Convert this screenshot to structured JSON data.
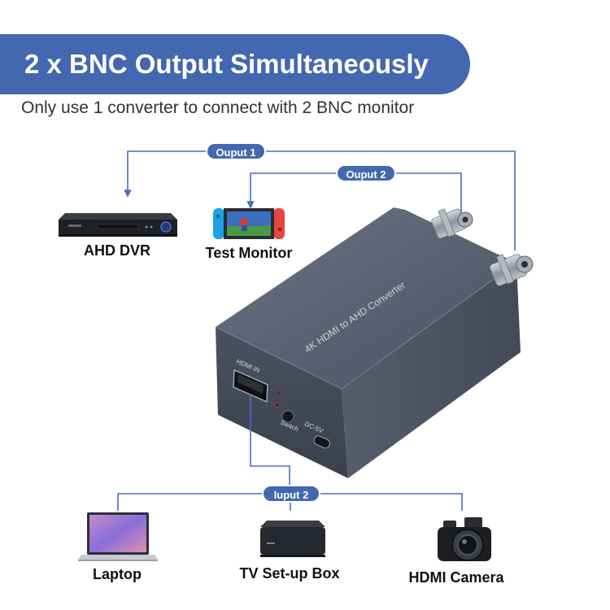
{
  "header": {
    "title": "2 x BNC Output Simultaneously",
    "subtitle": "Only use 1 converter to connect with 2 BNC monitor"
  },
  "connections": {
    "output1": "Ouput 1",
    "output2": "Ouput 2",
    "input2": "Iuput 2"
  },
  "devices": {
    "dvr": "AHD DVR",
    "monitor": "Test Monitor",
    "laptop": "Laptop",
    "settop": "TV Set-up Box",
    "camera": "HDMI Camera"
  },
  "converter": {
    "top_label": "4K HDMI to AHD Converter",
    "hdmi_label": "HDMI IN",
    "switch_label": "Switch",
    "dc_label": "DC-5V"
  },
  "colors": {
    "accent": "#4368b0",
    "line": "#4a70b8",
    "device": "#51596a"
  }
}
